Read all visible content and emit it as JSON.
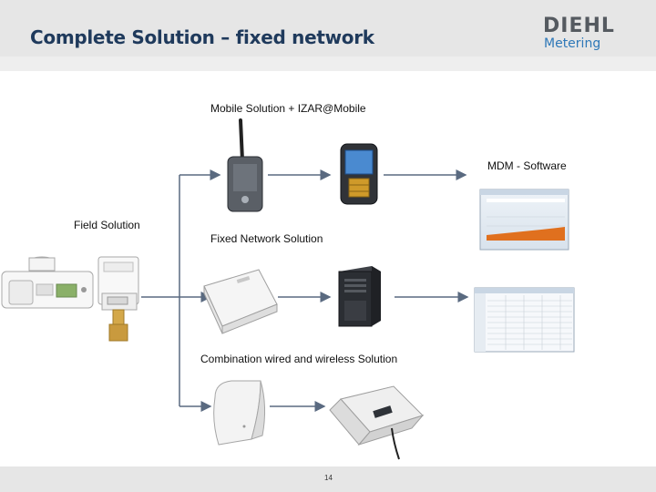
{
  "header": {
    "title": "Complete Solution – fixed network",
    "logo_main": "DIEHL",
    "logo_sub": "Metering"
  },
  "labels": {
    "mobile": "Mobile Solution + IZAR@Mobile",
    "mdm": "MDM - Software",
    "field": "Field Solution",
    "fixed": "Fixed Network Solution",
    "combination": "Combination wired and wireless Solution"
  },
  "footer": {
    "page_number": "14"
  }
}
